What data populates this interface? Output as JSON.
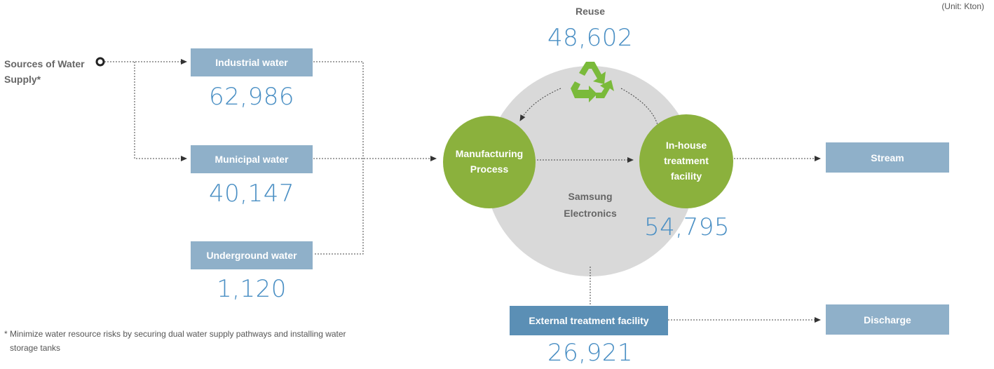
{
  "unit": "(Unit: Kton)",
  "sources": {
    "label": "Sources of Water Supply*"
  },
  "inputs": [
    {
      "label": "Industrial water",
      "value": "62,986"
    },
    {
      "label": "Municipal water",
      "value": "40,147"
    },
    {
      "label": "Underground water",
      "value": "1,120"
    }
  ],
  "reuse": {
    "label": "Reuse",
    "value": "48,602"
  },
  "company": {
    "label": "Samsung Electronics"
  },
  "manufacturing": {
    "label": "Manufacturing Process"
  },
  "inhouse": {
    "label": "In-house treatment facility",
    "value": "54,795"
  },
  "external": {
    "label": "External treatment facility",
    "value": "26,921"
  },
  "outputs": {
    "stream": "Stream",
    "discharge": "Discharge"
  },
  "footnote": "* Minimize water resource risks by securing dual water supply pathways and installing water storage tanks",
  "colors": {
    "box_light": "#8fb0c9",
    "box_dark": "#5b8fb5",
    "green": "#8bb13d",
    "number_blue": "#4a8fc4",
    "company_gray": "#d9d9d9",
    "recycle_green": "#7aba3a"
  },
  "icons": [
    "recycle-icon",
    "source-ring-icon"
  ]
}
